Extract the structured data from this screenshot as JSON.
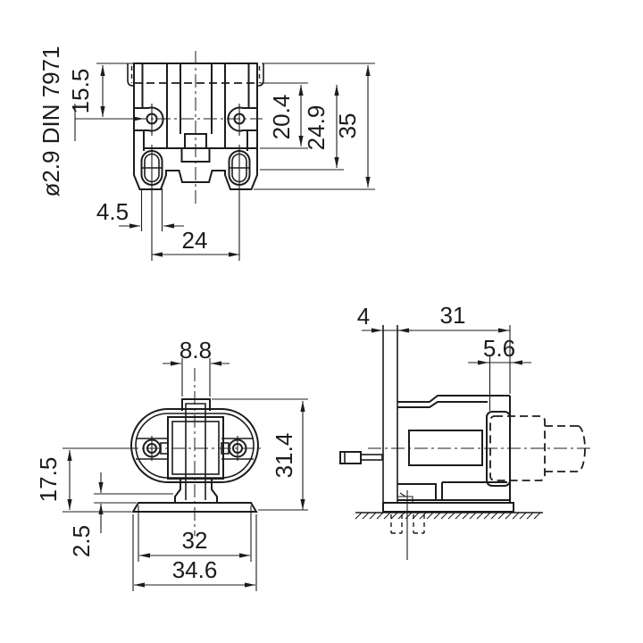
{
  "drawing": {
    "kind": "lamp-holder technical drawing",
    "colors": {
      "line": "#1c1c1c",
      "background": "#ffffff"
    },
    "views": {
      "front": {
        "dims": {
          "screw_label": "ø2.9 DIN 7971",
          "top_to_hole": "15.5",
          "plane_to_step": "20.4",
          "plane_to_base": "24.9",
          "height": "35",
          "slot_width": "4.5",
          "slot_spacing": "24"
        }
      },
      "plan": {
        "dims": {
          "stem_width": "8.8",
          "depth": "31.4",
          "hole_to_face": "17.5",
          "foot_height": "2.5",
          "foot_top_width": "32",
          "foot_width": "34.6"
        }
      },
      "side": {
        "dims": {
          "panel_thickness": "4",
          "body_depth": "31",
          "front_depth": "5.6"
        }
      }
    }
  }
}
